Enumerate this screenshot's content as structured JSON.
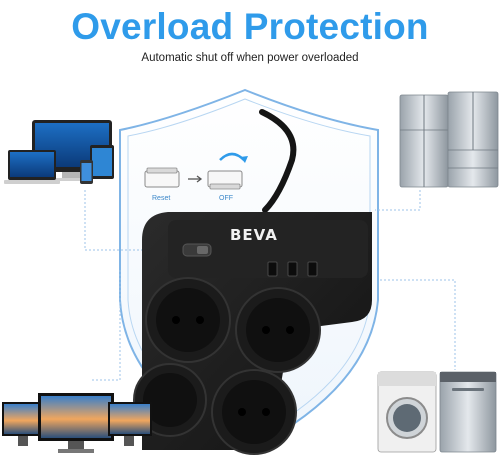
{
  "header": {
    "title": "Overload Protection",
    "subtitle": "Automatic shut off when power overloaded"
  },
  "switch_diagram": {
    "reset_label": "Reset",
    "off_label": "OFF",
    "icons": [
      "rocker-switch-icon",
      "arrow-right-icon",
      "curved-arrow-icon"
    ]
  },
  "product": {
    "brand": "BEVA",
    "socket_count": 4,
    "usb_port_count": 3
  },
  "appliances": [
    "computer-devices",
    "refrigerator",
    "multi-monitor-setup",
    "washing-machine",
    "dishwasher"
  ],
  "colors": {
    "title_blue": "#2f9bea",
    "shield_blue": "#7fb4e6",
    "device_body": "#1e1e1e"
  }
}
